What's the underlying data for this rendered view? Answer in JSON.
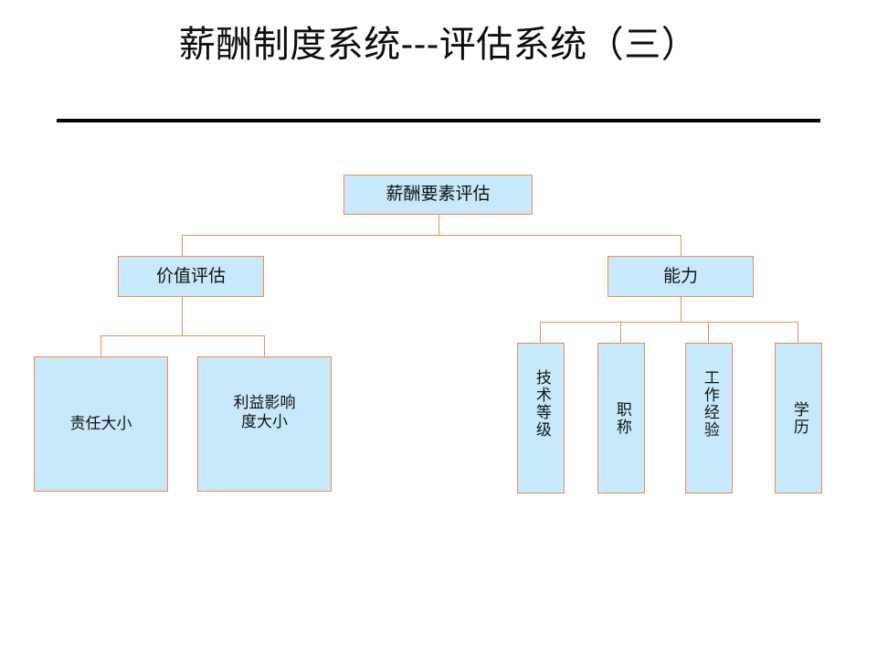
{
  "slide": {
    "title": "薪酬制度系统---评估系统（三）",
    "background_color": "#ffffff",
    "rule_color": "#000000"
  },
  "theme": {
    "node_fill": "#c8e9fb",
    "node_border": "#ee8b56",
    "connector_color": "#ee8b56",
    "text_color": "#111111"
  },
  "chart_data": {
    "type": "diagram",
    "diagram_kind": "org-tree",
    "title": "薪酬要素评估",
    "orientation": "top-down",
    "nodes": [
      {
        "id": "root",
        "label": "薪酬要素评估",
        "level": 0,
        "parent": null,
        "text_direction": "horizontal"
      },
      {
        "id": "n1",
        "label": "价值评估",
        "level": 1,
        "parent": "root",
        "text_direction": "horizontal"
      },
      {
        "id": "n2",
        "label": "能力",
        "level": 1,
        "parent": "root",
        "text_direction": "horizontal"
      },
      {
        "id": "n1a",
        "label": "责任大小",
        "level": 2,
        "parent": "n1",
        "text_direction": "horizontal"
      },
      {
        "id": "n1b",
        "label": "利益影响\n度大小",
        "level": 2,
        "parent": "n1",
        "text_direction": "horizontal"
      },
      {
        "id": "n2a",
        "label": "技术等级",
        "level": 2,
        "parent": "n2",
        "text_direction": "vertical"
      },
      {
        "id": "n2b",
        "label": "职称",
        "level": 2,
        "parent": "n2",
        "text_direction": "vertical"
      },
      {
        "id": "n2c",
        "label": "工作经验",
        "level": 2,
        "parent": "n2",
        "text_direction": "vertical"
      },
      {
        "id": "n2d",
        "label": "学历",
        "level": 2,
        "parent": "n2",
        "text_direction": "vertical"
      }
    ]
  }
}
